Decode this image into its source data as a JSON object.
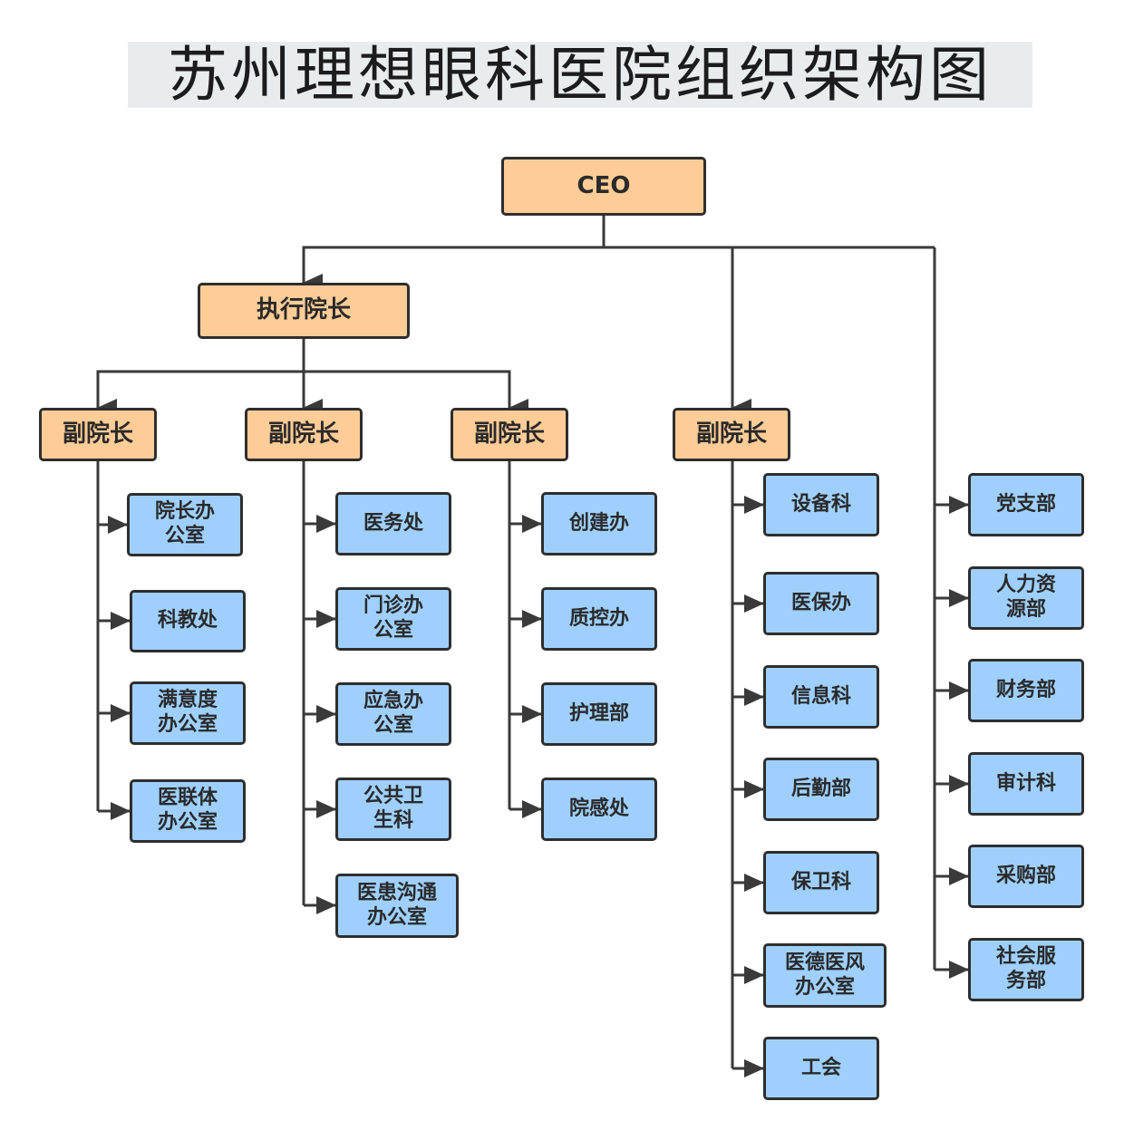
{
  "title": "苏州理想眼科医院组织架构图",
  "colors": {
    "leader_fill": "#fdcc97",
    "department_fill": "#9fd0fd",
    "line": "#3a3a3a",
    "title_band": "#e9eced"
  },
  "nodes": {
    "ceo": "CEO",
    "executive_president": "执行院长",
    "vp1": "副院长",
    "vp2": "副院长",
    "vp3": "副院长",
    "vp4": "副院长",
    "vp1_depts": [
      "院长办公室",
      "科教处",
      "满意度办公室",
      "医联体办公室"
    ],
    "vp2_depts": [
      "医务处",
      "门诊办公室",
      "应急办公室",
      "公共卫生科",
      "医患沟通办公室"
    ],
    "vp3_depts": [
      "创建办",
      "质控办",
      "护理部",
      "院感处"
    ],
    "vp4_depts": [
      "设备科",
      "医保办",
      "信息科",
      "后勤部",
      "保卫科",
      "医德医风办公室",
      "工会"
    ],
    "ceo_direct_depts": [
      "党支部",
      "人力资源部",
      "财务部",
      "审计科",
      "采购部",
      "社会服务部"
    ]
  }
}
